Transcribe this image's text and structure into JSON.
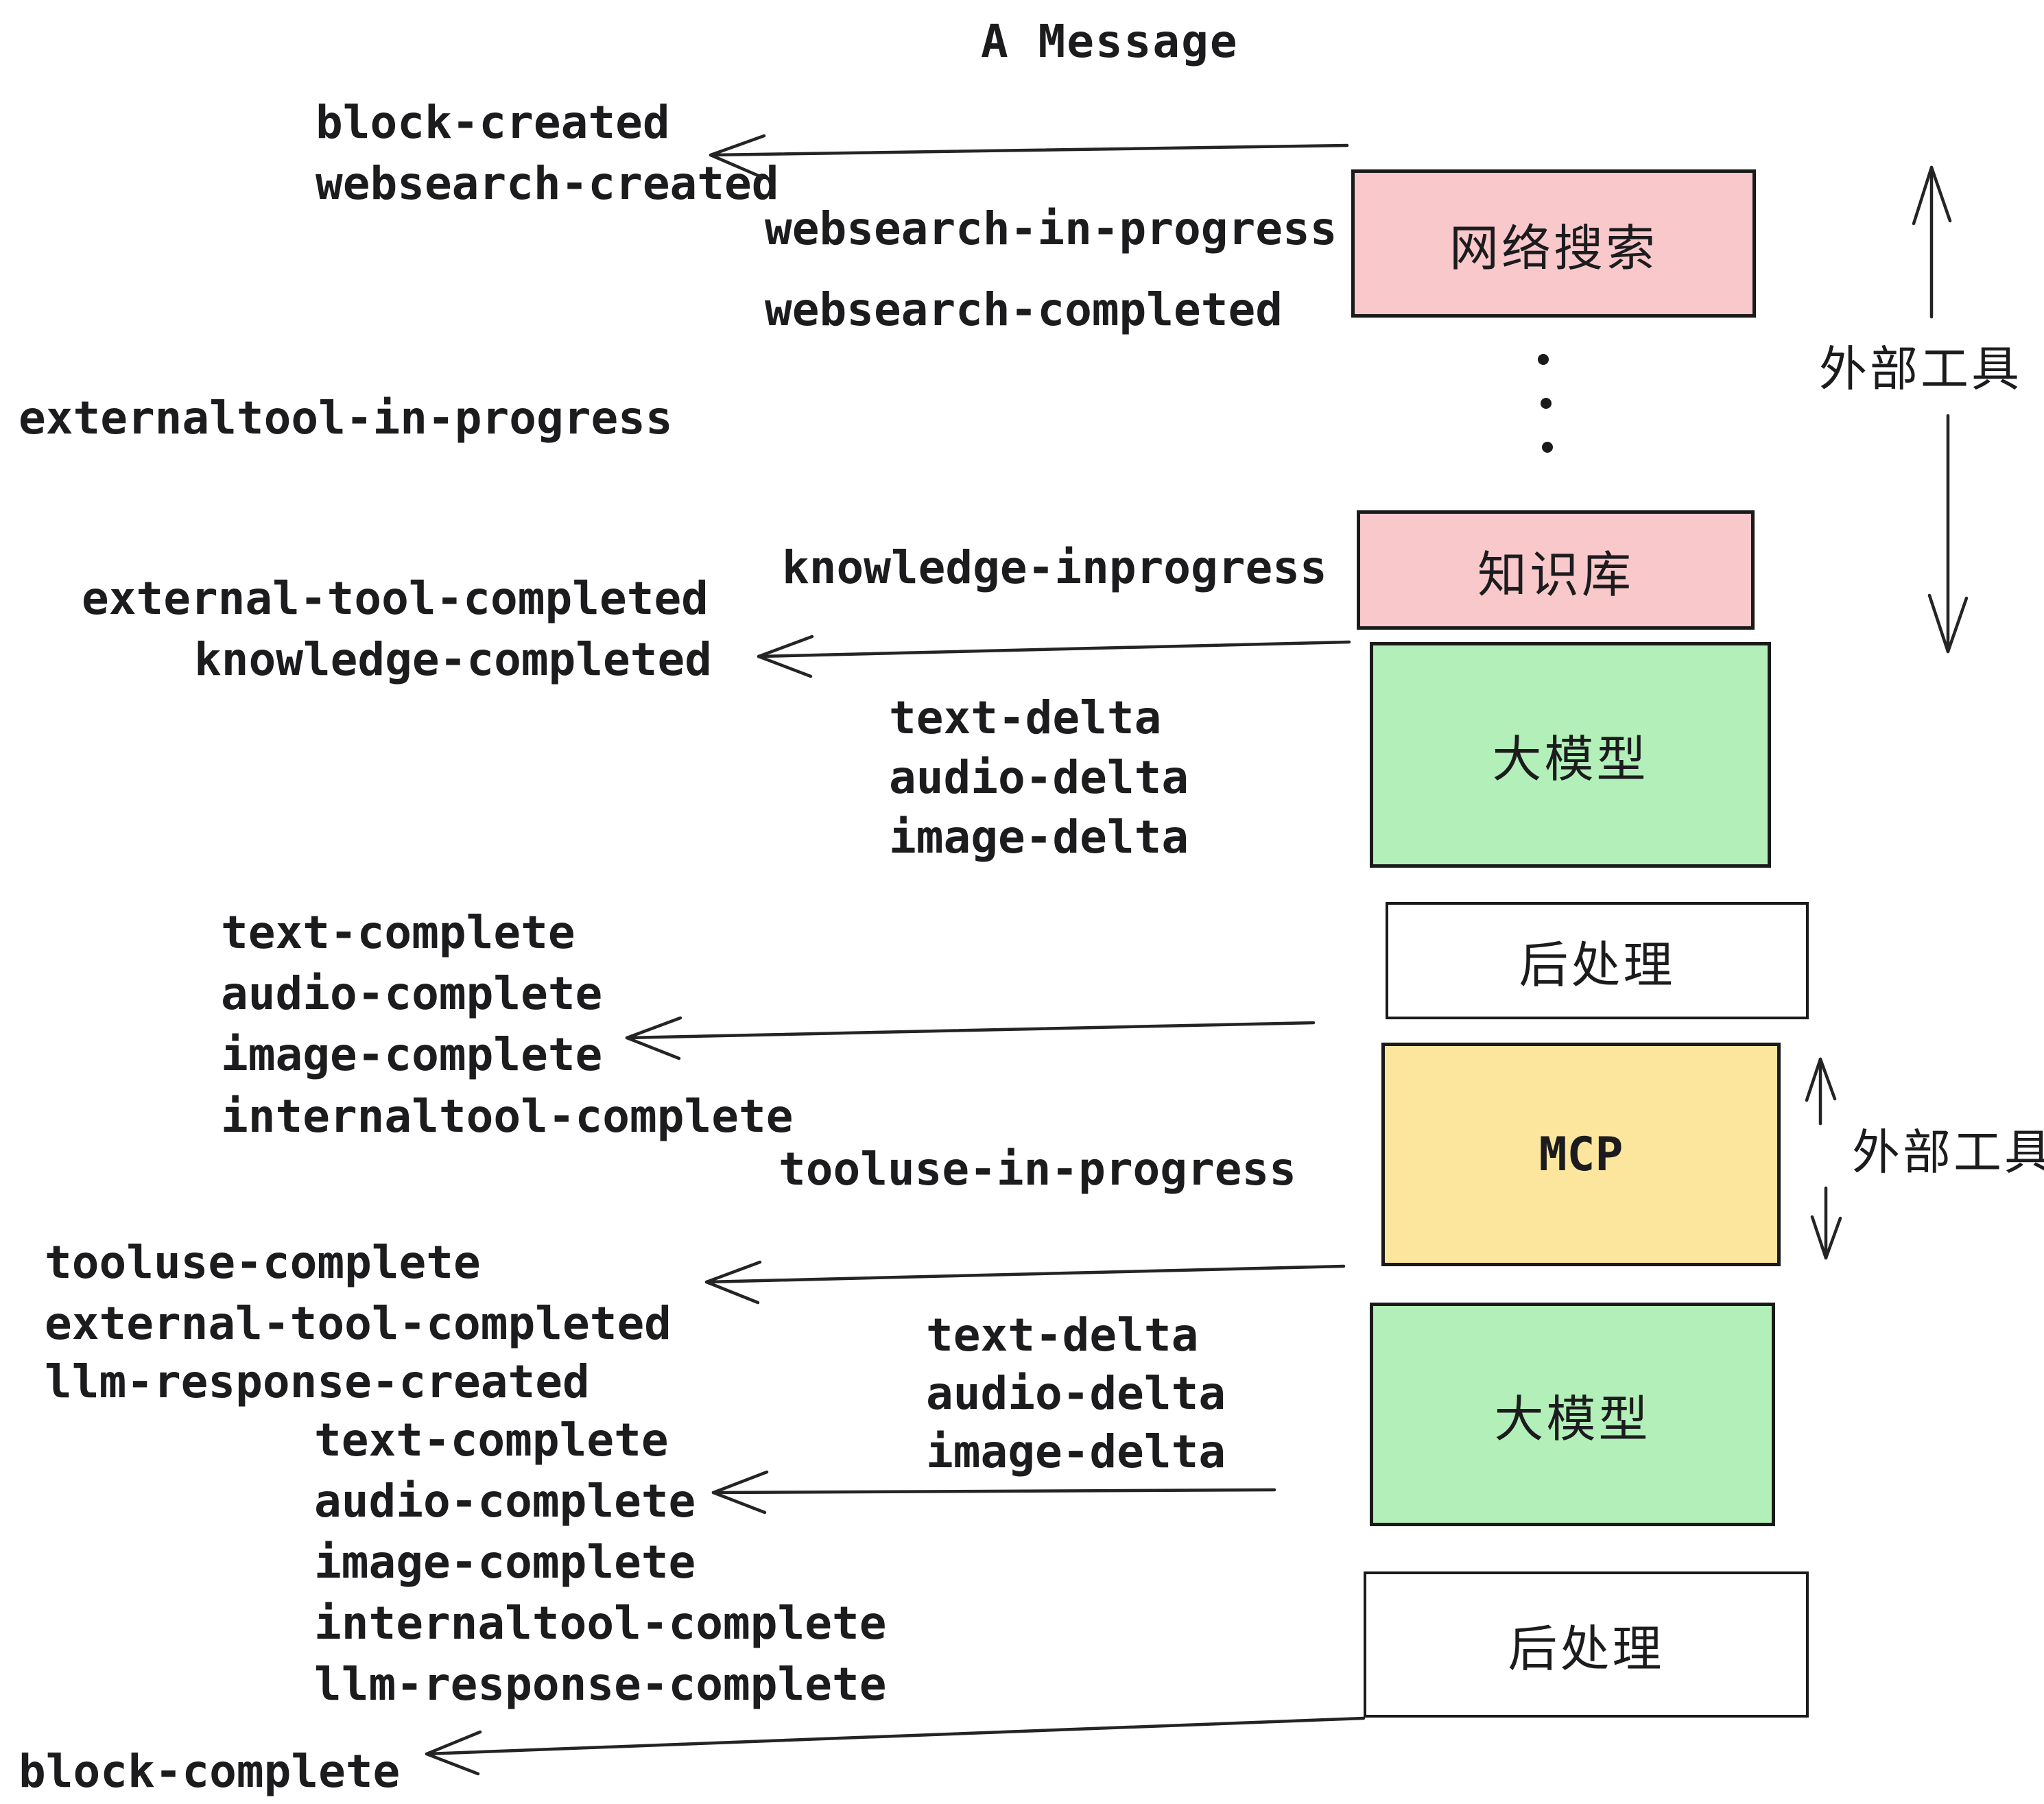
{
  "title": "A Message",
  "colors": {
    "pink": "#f9c8cb",
    "green": "#b3f0b9",
    "yellow": "#fce69d",
    "white": "#ffffff",
    "ink": "#1c1c1e",
    "line": "#242424"
  },
  "boxes": [
    {
      "label": "网络搜索",
      "color": "pink"
    },
    {
      "label": "知识库",
      "color": "pink"
    },
    {
      "label": "大模型",
      "color": "green"
    },
    {
      "label": "后处理",
      "color": "white"
    },
    {
      "label": "MCP",
      "color": "yellow"
    },
    {
      "label": "大模型",
      "color": "green"
    },
    {
      "label": "后处理",
      "color": "white"
    }
  ],
  "side_labels": [
    {
      "text": "外部工具"
    },
    {
      "text": "外部工具"
    }
  ],
  "events": [
    "block-created",
    "websearch-created",
    "websearch-in-progress",
    "websearch-completed",
    "externaltool-in-progress",
    "knowledge-inprogress",
    "external-tool-completed",
    "knowledge-completed",
    "text-delta",
    "audio-delta",
    "image-delta",
    "text-complete",
    "audio-complete",
    "image-complete",
    "internaltool-complete",
    "tooluse-in-progress",
    "tooluse-complete",
    "external-tool-completed",
    "llm-response-created",
    "text-complete",
    "text-delta",
    "audio-delta",
    "image-delta",
    "audio-complete",
    "image-complete",
    "internaltool-complete",
    "llm-response-complete",
    "block-complete"
  ]
}
